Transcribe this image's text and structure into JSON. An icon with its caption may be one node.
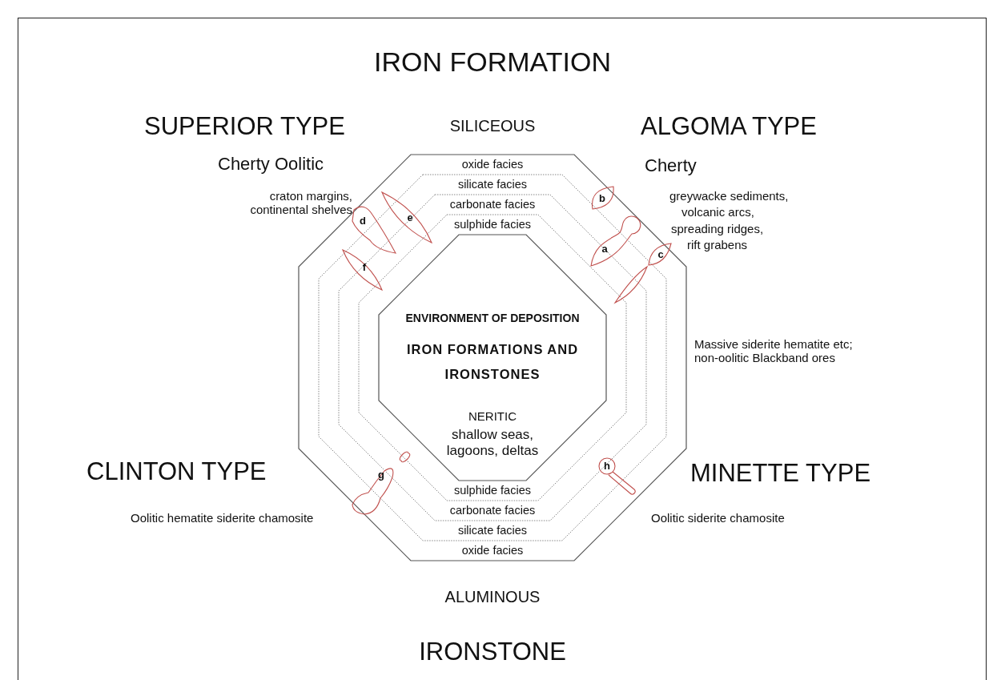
{
  "diagram": {
    "nodes": [
      {
        "text": [
          "oxide facies",
          "oxide facies"
        ]
      },
      {
        "text": [
          "silicate facies",
          "silicate facies"
        ],
        "in": 0
      },
      {
        "text": [
          "carbonate facies",
          "carbonate facies"
        ],
        "in": 1
      },
      {
        "text": [
          "sulphide facies",
          "sulphide facies"
        ],
        "in": 2
      },
      {
        "text": [
          "ENVIRONMENT OF DEPOSITION",
          "IRON FORMATIONS AND IRONSTONES",
          "NERITIC",
          "shallow seas, lagoons, deltas"
        ],
        "in": 3
      },
      {
        "text": [
          "b"
        ],
        "in": 0
      },
      {
        "text": [
          "d"
        ],
        "in": 1
      },
      {
        "text": [
          "e"
        ],
        "in": 1
      },
      {
        "text": [
          "a"
        ],
        "in": 1
      },
      {
        "text": [
          "c"
        ],
        "in": 0
      },
      {
        "text": [
          "f"
        ],
        "in": 2
      },
      {
        "text": [
          "g"
        ],
        "in": 1
      },
      {
        "text": [
          "h"
        ],
        "in": 1
      }
    ],
    "labels": [
      "IRON FORMATION",
      "SUPERIOR TYPE",
      "SILICEOUS",
      "ALGOMA TYPE",
      "Cherty Oolitic",
      "Cherty",
      "craton margins, continental shelves",
      "greywacke sediments,",
      "volcanic arcs,",
      "spreading ridges,",
      "rift grabens",
      "Massive siderite hematite etc; non-oolitic Blackband ores",
      "CLINTON TYPE",
      "MINETTE TYPE",
      "Oolitic hematite siderite chamosite",
      "Oolitic siderite chamosite",
      "ALUMINOUS",
      "IRONSTONE"
    ]
  }
}
